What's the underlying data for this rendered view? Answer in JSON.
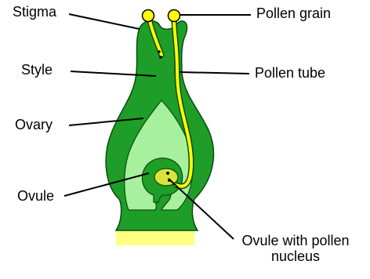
{
  "labels": {
    "stigma": "Stigma",
    "style": "Style",
    "ovary": "Ovary",
    "ovule": "Ovule",
    "pollen_grain": "Pollen grain",
    "pollen_tube": "Pollen tube",
    "ovule_nucleus_line1": "Ovule with pollen",
    "ovule_nucleus_line2": "nucleus"
  },
  "colors": {
    "pistil_green": "#1e9e28",
    "pistil_outline": "#0a4a10",
    "ovary_inner": "#a6f09e",
    "ovule_green": "#1e9e28",
    "pollen_yellow": "#ffff00",
    "receptacle": "#ffff80",
    "line": "#000000"
  }
}
